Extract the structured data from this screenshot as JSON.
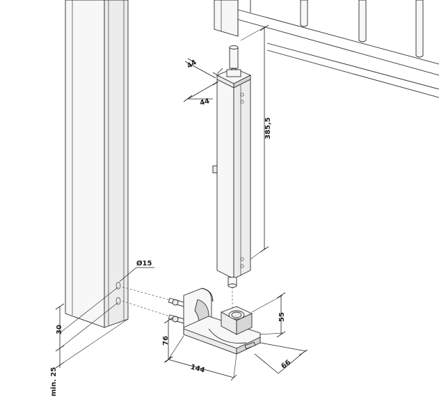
{
  "dimensions": {
    "top_width": "44",
    "top_depth": "44",
    "closer_length": "385,5",
    "hole_diameter": "Ø15",
    "post_offset": "30",
    "min_clearance": "min. 25",
    "bracket_height_front": "76",
    "bracket_height_side": "55",
    "bracket_width": "144",
    "bracket_depth": "66"
  }
}
